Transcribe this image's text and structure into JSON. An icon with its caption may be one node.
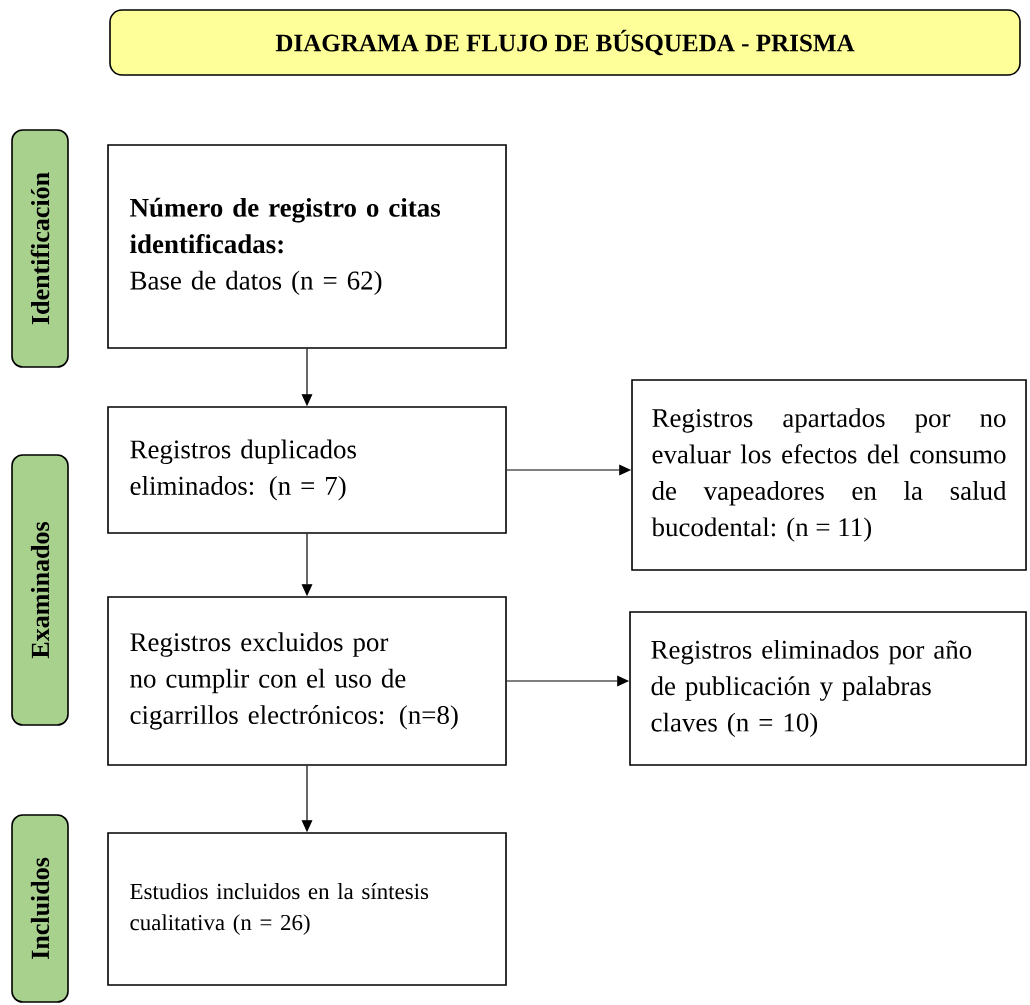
{
  "diagram": {
    "nodes": [
      {
        "text": [
          "DIAGRAMA DE FLUJO DE BÚSQUEDA - PRISMA"
        ]
      },
      {
        "text": [
          "Identificación"
        ]
      },
      {
        "text": [
          "Examinados"
        ]
      },
      {
        "text": [
          "Incluidos"
        ]
      },
      {
        "text": [
          "Número de registro o citas identificadas:",
          "Base de datos (n = 62)"
        ]
      },
      {
        "text": [
          "Registros duplicados eliminados: (n = 7)"
        ]
      },
      {
        "text": [
          "Registros apartados por no evaluar los efectos del consumo de vapeadores en la salud bucodental: (n = 11)"
        ]
      },
      {
        "text": [
          "Registros excluidos por no cumplir con el uso de cigarrillos electrónicos: (n=8)"
        ]
      },
      {
        "text": [
          "Registros eliminados por año de publicación y palabras claves (n = 10)"
        ]
      },
      {
        "text": [
          "Estudios incluidos en la síntesis cualitativa (n = 26)"
        ]
      }
    ],
    "edges": [
      {
        "from": 4,
        "to": 5,
        "arrow": "to"
      },
      {
        "from": 5,
        "to": 6,
        "arrow": "to"
      },
      {
        "from": 5,
        "to": 7,
        "arrow": "to"
      },
      {
        "from": 7,
        "to": 8,
        "arrow": "to"
      },
      {
        "from": 7,
        "to": 9,
        "arrow": "to"
      }
    ]
  }
}
